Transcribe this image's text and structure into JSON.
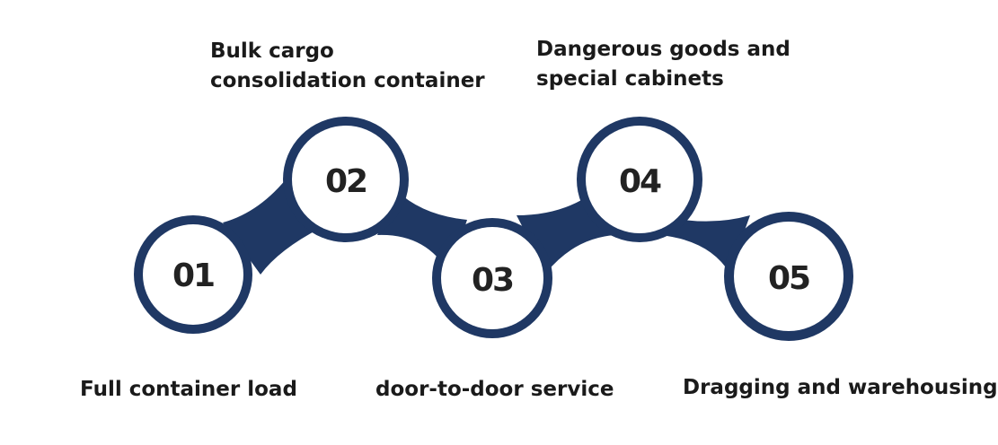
{
  "steps": [
    {
      "number": "01",
      "label_lines": [
        "Full container load"
      ]
    },
    {
      "number": "02",
      "label_lines": [
        "Bulk cargo",
        "consolidation container"
      ]
    },
    {
      "number": "03",
      "label_lines": [
        "door-to-door service"
      ]
    },
    {
      "number": "04",
      "label_lines": [
        "Dangerous goods and",
        "special cabinets"
      ]
    },
    {
      "number": "05",
      "label_lines": [
        "Dragging and warehousing"
      ]
    }
  ],
  "colors": {
    "accent": "#1f3864",
    "text": "#1a1a1a"
  }
}
